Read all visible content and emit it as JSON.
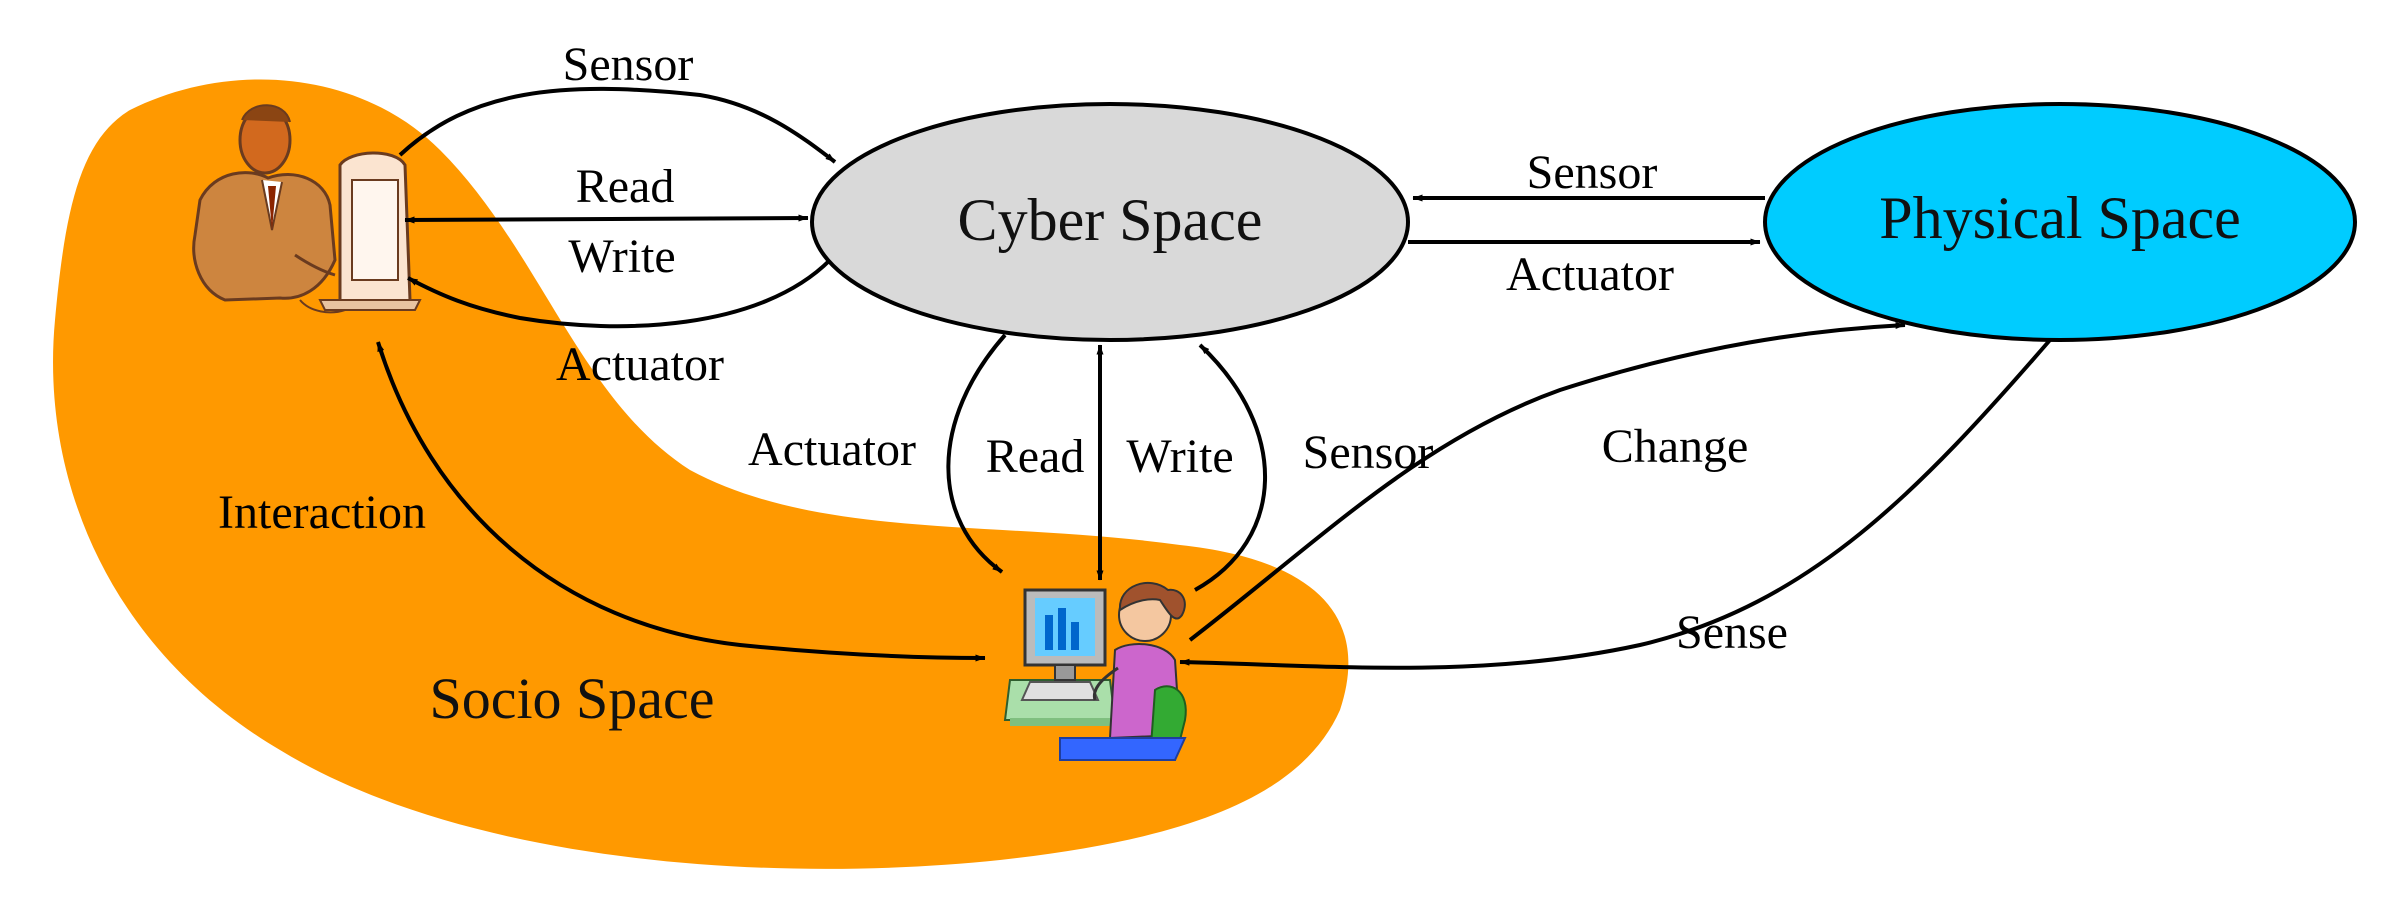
{
  "colors": {
    "socio": "#FF9900",
    "cyber": "#D9D9D9",
    "physical": "#00CCFF",
    "edge": "#000000"
  },
  "nodes": {
    "cyber": "Cyber Space",
    "physical": "Physical Space",
    "socio": "Socio Space"
  },
  "icons": {
    "man": "man-at-computer-clipart-icon",
    "woman": "woman-at-computer-clipart-icon"
  },
  "edges": {
    "man_to_cyber_sensor": "Sensor",
    "man_cyber_read": "Read",
    "man_cyber_write": "Write",
    "cyber_to_man_actuator": "Actuator",
    "physical_to_cyber_sensor": "Sensor",
    "cyber_to_physical_actuator": "Actuator",
    "cyber_to_woman_actuator": "Actuator",
    "woman_cyber_read": "Read",
    "woman_cyber_write": "Write",
    "woman_to_cyber_sensor": "Sensor",
    "woman_to_physical_change": "Change",
    "physical_to_woman_sense": "Sense",
    "man_woman_interaction": "Interaction"
  }
}
